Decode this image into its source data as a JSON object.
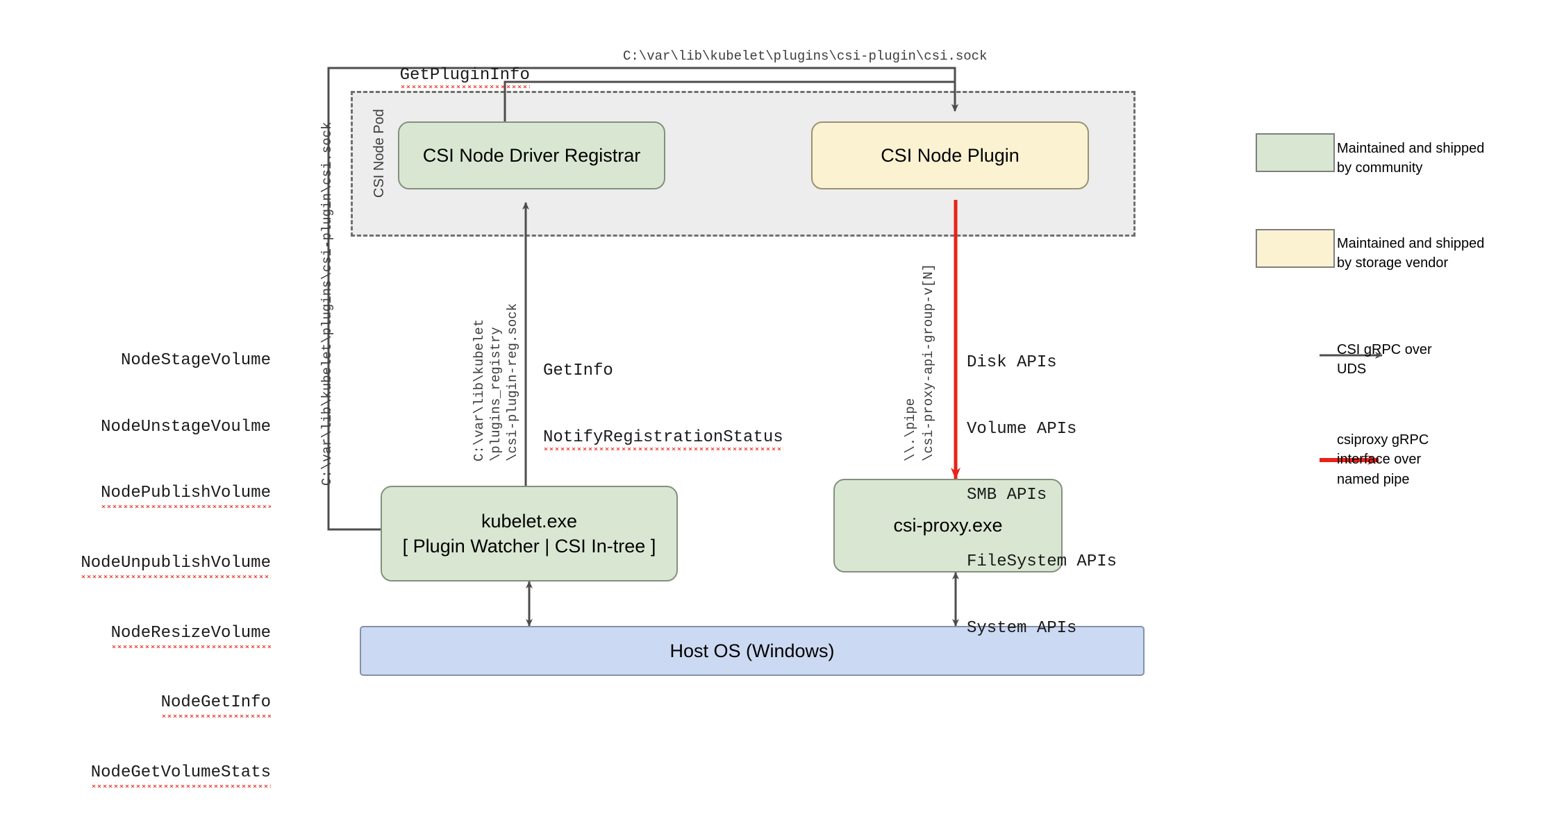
{
  "diagram": {
    "title_top_left": "GetPluginInfo",
    "socket_path_top": "C:\\var\\lib\\kubelet\\plugins\\csi-plugin\\csi.sock",
    "pod_label": "CSI Node Pod"
  },
  "nodes": {
    "registrar": {
      "label": "CSI Node Driver Registrar",
      "color": "#d9e7d2"
    },
    "node_plugin": {
      "label": "CSI Node Plugin",
      "color": "#fbf2d2"
    },
    "kubelet": {
      "line1": "kubelet.exe",
      "line2": "[ Plugin Watcher | CSI In-tree ]",
      "color": "#d9e7d2"
    },
    "csi_proxy": {
      "label": "csi-proxy.exe",
      "color": "#d9e7d2"
    },
    "host_os": {
      "label": "Host OS (Windows)",
      "color": "#ccd9f2"
    }
  },
  "csi_methods": [
    "NodeStageVolume",
    "NodeUnstageVoulme",
    "NodePublishVolume",
    "NodeUnpublishVolume",
    "NodeResizeVolume",
    "NodeGetInfo",
    "NodeGetVolumeStats"
  ],
  "labels": {
    "left_socket_vertical": "C:\\var\\lib\\kubelet\\plugins\\csi-plugin\\csi.sock",
    "registry_socket_vertical": [
      "C:\\var\\lib\\kubelet",
      "\\plugins_registry",
      "\\csi-plugin-reg.sock"
    ],
    "named_pipe_vertical": [
      "\\\\.\\pipe",
      "\\csi-proxy-api-group-v[N]"
    ],
    "registration_calls": [
      "GetInfo",
      "NotifyRegistrationStatus"
    ],
    "proxy_apis": [
      "Disk APIs",
      "Volume APIs",
      "SMB APIs",
      "FileSystem APIs",
      "System APIs"
    ]
  },
  "legend": {
    "items": [
      {
        "kind": "swatch",
        "color": "#d9e7d2",
        "text": "Maintained and shipped\nby community"
      },
      {
        "kind": "swatch",
        "color": "#fbf2d2",
        "text": "Maintained and shipped\nby storage vendor"
      },
      {
        "kind": "arrow",
        "color": "#4d4d4d",
        "text": "CSI gRPC over\nUDS"
      },
      {
        "kind": "arrow",
        "color": "#e8231a",
        "text": "csiproxy gRPC\ninterface over\nnamed pipe"
      }
    ]
  }
}
